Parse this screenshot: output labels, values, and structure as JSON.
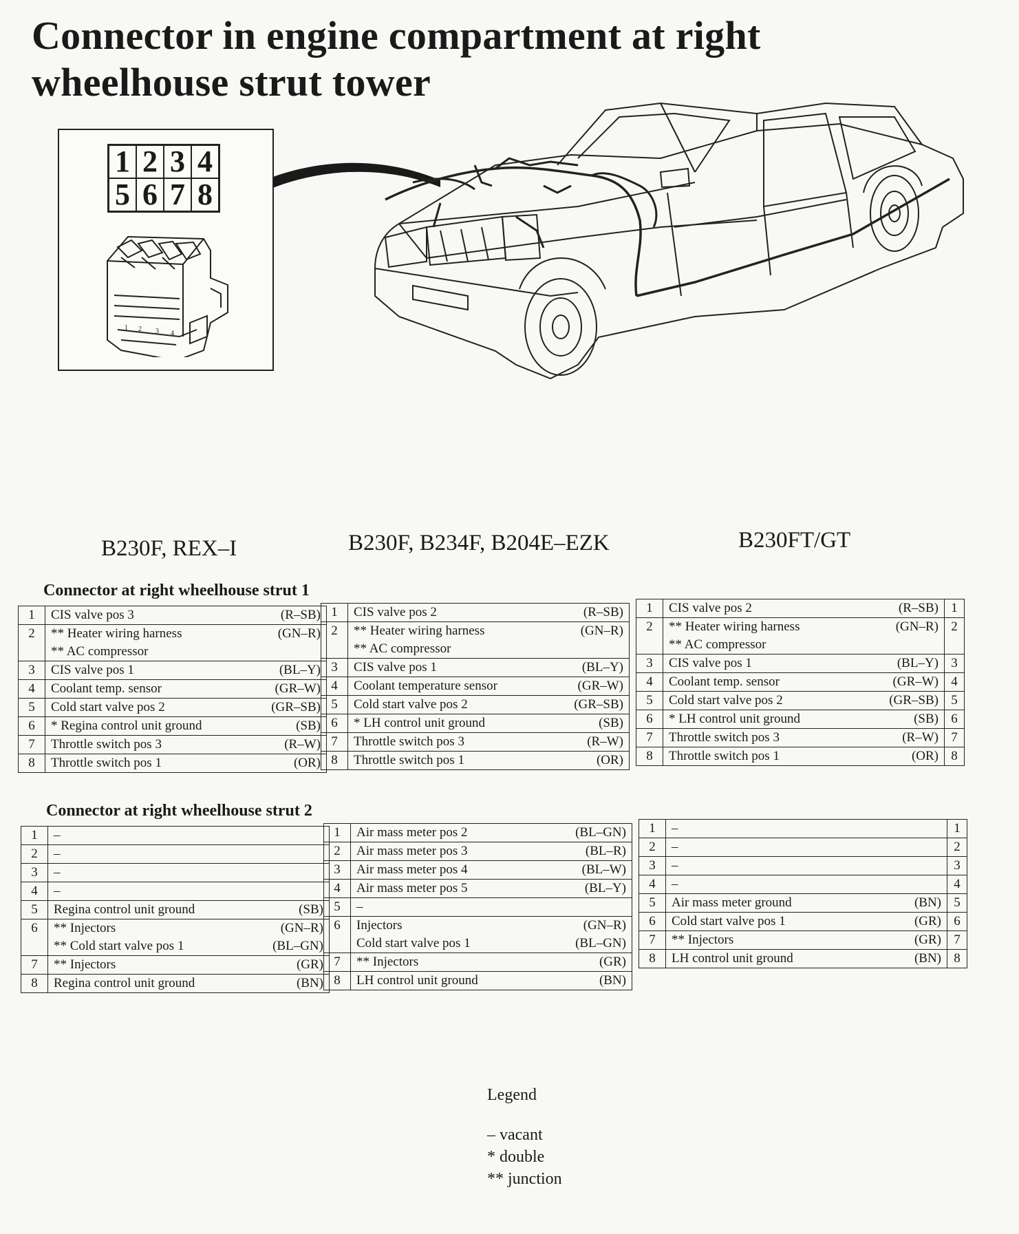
{
  "title_lines": [
    "Connector in engine compartment at right",
    "wheelhouse strut tower"
  ],
  "pin_numbers": [
    "1",
    "2",
    "3",
    "4",
    "5",
    "6",
    "7",
    "8"
  ],
  "connector_tiny_pins": [
    "1",
    "2",
    "3",
    "4"
  ],
  "variants": [
    "B230F, REX–I",
    "B230F, B234F, B204E–EZK",
    "B230FT/GT"
  ],
  "strut1": {
    "title": "Connector at right wheelhouse strut 1",
    "col1": [
      {
        "pin": "1",
        "lines": [
          "CIS valve pos 3"
        ],
        "colors": [
          "(R–SB)"
        ]
      },
      {
        "pin": "2",
        "lines": [
          "** Heater wiring harness",
          "** AC compressor"
        ],
        "colors": [
          "(GN–R)",
          ""
        ]
      },
      {
        "pin": "3",
        "lines": [
          "CIS valve pos 1"
        ],
        "colors": [
          "(BL–Y)"
        ]
      },
      {
        "pin": "4",
        "lines": [
          "Coolant temp. sensor"
        ],
        "colors": [
          "(GR–W)"
        ]
      },
      {
        "pin": "5",
        "lines": [
          "Cold start valve pos 2"
        ],
        "colors": [
          "(GR–SB)"
        ]
      },
      {
        "pin": "6",
        "lines": [
          "* Regina control unit ground"
        ],
        "colors": [
          "(SB)"
        ]
      },
      {
        "pin": "7",
        "lines": [
          "Throttle switch pos 3"
        ],
        "colors": [
          "(R–W)"
        ]
      },
      {
        "pin": "8",
        "lines": [
          "Throttle switch pos 1"
        ],
        "colors": [
          "(OR)"
        ]
      }
    ],
    "col2": [
      {
        "pin": "1",
        "lines": [
          "CIS valve pos 2"
        ],
        "colors": [
          "(R–SB)"
        ]
      },
      {
        "pin": "2",
        "lines": [
          "** Heater wiring harness",
          "** AC compressor"
        ],
        "colors": [
          "(GN–R)",
          ""
        ]
      },
      {
        "pin": "3",
        "lines": [
          "CIS valve pos 1"
        ],
        "colors": [
          "(BL–Y)"
        ]
      },
      {
        "pin": "4",
        "lines": [
          "Coolant temperature sensor"
        ],
        "colors": [
          "(GR–W)"
        ]
      },
      {
        "pin": "5",
        "lines": [
          "Cold start valve pos 2"
        ],
        "colors": [
          "(GR–SB)"
        ]
      },
      {
        "pin": "6",
        "lines": [
          "* LH control unit ground"
        ],
        "colors": [
          "(SB)"
        ]
      },
      {
        "pin": "7",
        "lines": [
          "Throttle switch pos 3"
        ],
        "colors": [
          "(R–W)"
        ]
      },
      {
        "pin": "8",
        "lines": [
          "Throttle switch pos 1"
        ],
        "colors": [
          "(OR)"
        ]
      }
    ],
    "col3": [
      {
        "pin": "1",
        "lines": [
          "CIS valve pos 2"
        ],
        "colors": [
          "(R–SB)"
        ]
      },
      {
        "pin": "2",
        "lines": [
          "** Heater wiring harness",
          "** AC compressor"
        ],
        "colors": [
          "(GN–R)",
          ""
        ]
      },
      {
        "pin": "3",
        "lines": [
          "CIS valve pos 1"
        ],
        "colors": [
          "(BL–Y)"
        ]
      },
      {
        "pin": "4",
        "lines": [
          "Coolant temp. sensor"
        ],
        "colors": [
          "(GR–W)"
        ]
      },
      {
        "pin": "5",
        "lines": [
          "Cold start valve pos 2"
        ],
        "colors": [
          "(GR–SB)"
        ]
      },
      {
        "pin": "6",
        "lines": [
          "* LH control unit ground"
        ],
        "colors": [
          "(SB)"
        ]
      },
      {
        "pin": "7",
        "lines": [
          "Throttle switch pos 3"
        ],
        "colors": [
          "(R–W)"
        ]
      },
      {
        "pin": "8",
        "lines": [
          "Throttle switch pos 1"
        ],
        "colors": [
          "(OR)"
        ]
      }
    ]
  },
  "strut2": {
    "title": "Connector at right wheelhouse strut 2",
    "col1": [
      {
        "pin": "1",
        "lines": [
          "–"
        ],
        "colors": [
          ""
        ]
      },
      {
        "pin": "2",
        "lines": [
          "–"
        ],
        "colors": [
          ""
        ]
      },
      {
        "pin": "3",
        "lines": [
          "–"
        ],
        "colors": [
          ""
        ]
      },
      {
        "pin": "4",
        "lines": [
          "–"
        ],
        "colors": [
          ""
        ]
      },
      {
        "pin": "5",
        "lines": [
          "Regina control unit ground"
        ],
        "colors": [
          "(SB)"
        ]
      },
      {
        "pin": "6",
        "lines": [
          "** Injectors",
          "** Cold start valve pos 1"
        ],
        "colors": [
          "(GN–R)",
          "(BL–GN)"
        ]
      },
      {
        "pin": "7",
        "lines": [
          "** Injectors"
        ],
        "colors": [
          "(GR)"
        ]
      },
      {
        "pin": "8",
        "lines": [
          "Regina control unit ground"
        ],
        "colors": [
          "(BN)"
        ]
      }
    ],
    "col2": [
      {
        "pin": "1",
        "lines": [
          "Air mass meter pos 2"
        ],
        "colors": [
          "(BL–GN)"
        ]
      },
      {
        "pin": "2",
        "lines": [
          "Air mass meter pos 3"
        ],
        "colors": [
          "(BL–R)"
        ]
      },
      {
        "pin": "3",
        "lines": [
          "Air mass meter pos 4"
        ],
        "colors": [
          "(BL–W)"
        ]
      },
      {
        "pin": "4",
        "lines": [
          "Air mass meter pos 5"
        ],
        "colors": [
          "(BL–Y)"
        ]
      },
      {
        "pin": "5",
        "lines": [
          "–"
        ],
        "colors": [
          ""
        ]
      },
      {
        "pin": "6",
        "lines": [
          "Injectors",
          "Cold start valve pos 1"
        ],
        "colors": [
          "(GN–R)",
          "(BL–GN)"
        ]
      },
      {
        "pin": "7",
        "lines": [
          "** Injectors"
        ],
        "colors": [
          "(GR)"
        ]
      },
      {
        "pin": "8",
        "lines": [
          "LH control unit ground"
        ],
        "colors": [
          "(BN)"
        ]
      }
    ],
    "col3": [
      {
        "pin": "1",
        "lines": [
          "–"
        ],
        "colors": [
          ""
        ]
      },
      {
        "pin": "2",
        "lines": [
          "–"
        ],
        "colors": [
          ""
        ]
      },
      {
        "pin": "3",
        "lines": [
          "–"
        ],
        "colors": [
          ""
        ]
      },
      {
        "pin": "4",
        "lines": [
          "–"
        ],
        "colors": [
          ""
        ]
      },
      {
        "pin": "5",
        "lines": [
          "Air mass meter ground"
        ],
        "colors": [
          "(BN)"
        ]
      },
      {
        "pin": "6",
        "lines": [
          "Cold start valve pos 1"
        ],
        "colors": [
          "(GR)"
        ]
      },
      {
        "pin": "7",
        "lines": [
          "** Injectors"
        ],
        "colors": [
          "(GR)"
        ]
      },
      {
        "pin": "8",
        "lines": [
          "LH control unit ground"
        ],
        "colors": [
          "(BN)"
        ]
      }
    ]
  },
  "legend": {
    "heading": "Legend",
    "items": [
      "– vacant",
      "* double",
      "** junction"
    ]
  },
  "colors": {
    "ink": "#1a1a1a",
    "paper": "#f8f8f5"
  }
}
